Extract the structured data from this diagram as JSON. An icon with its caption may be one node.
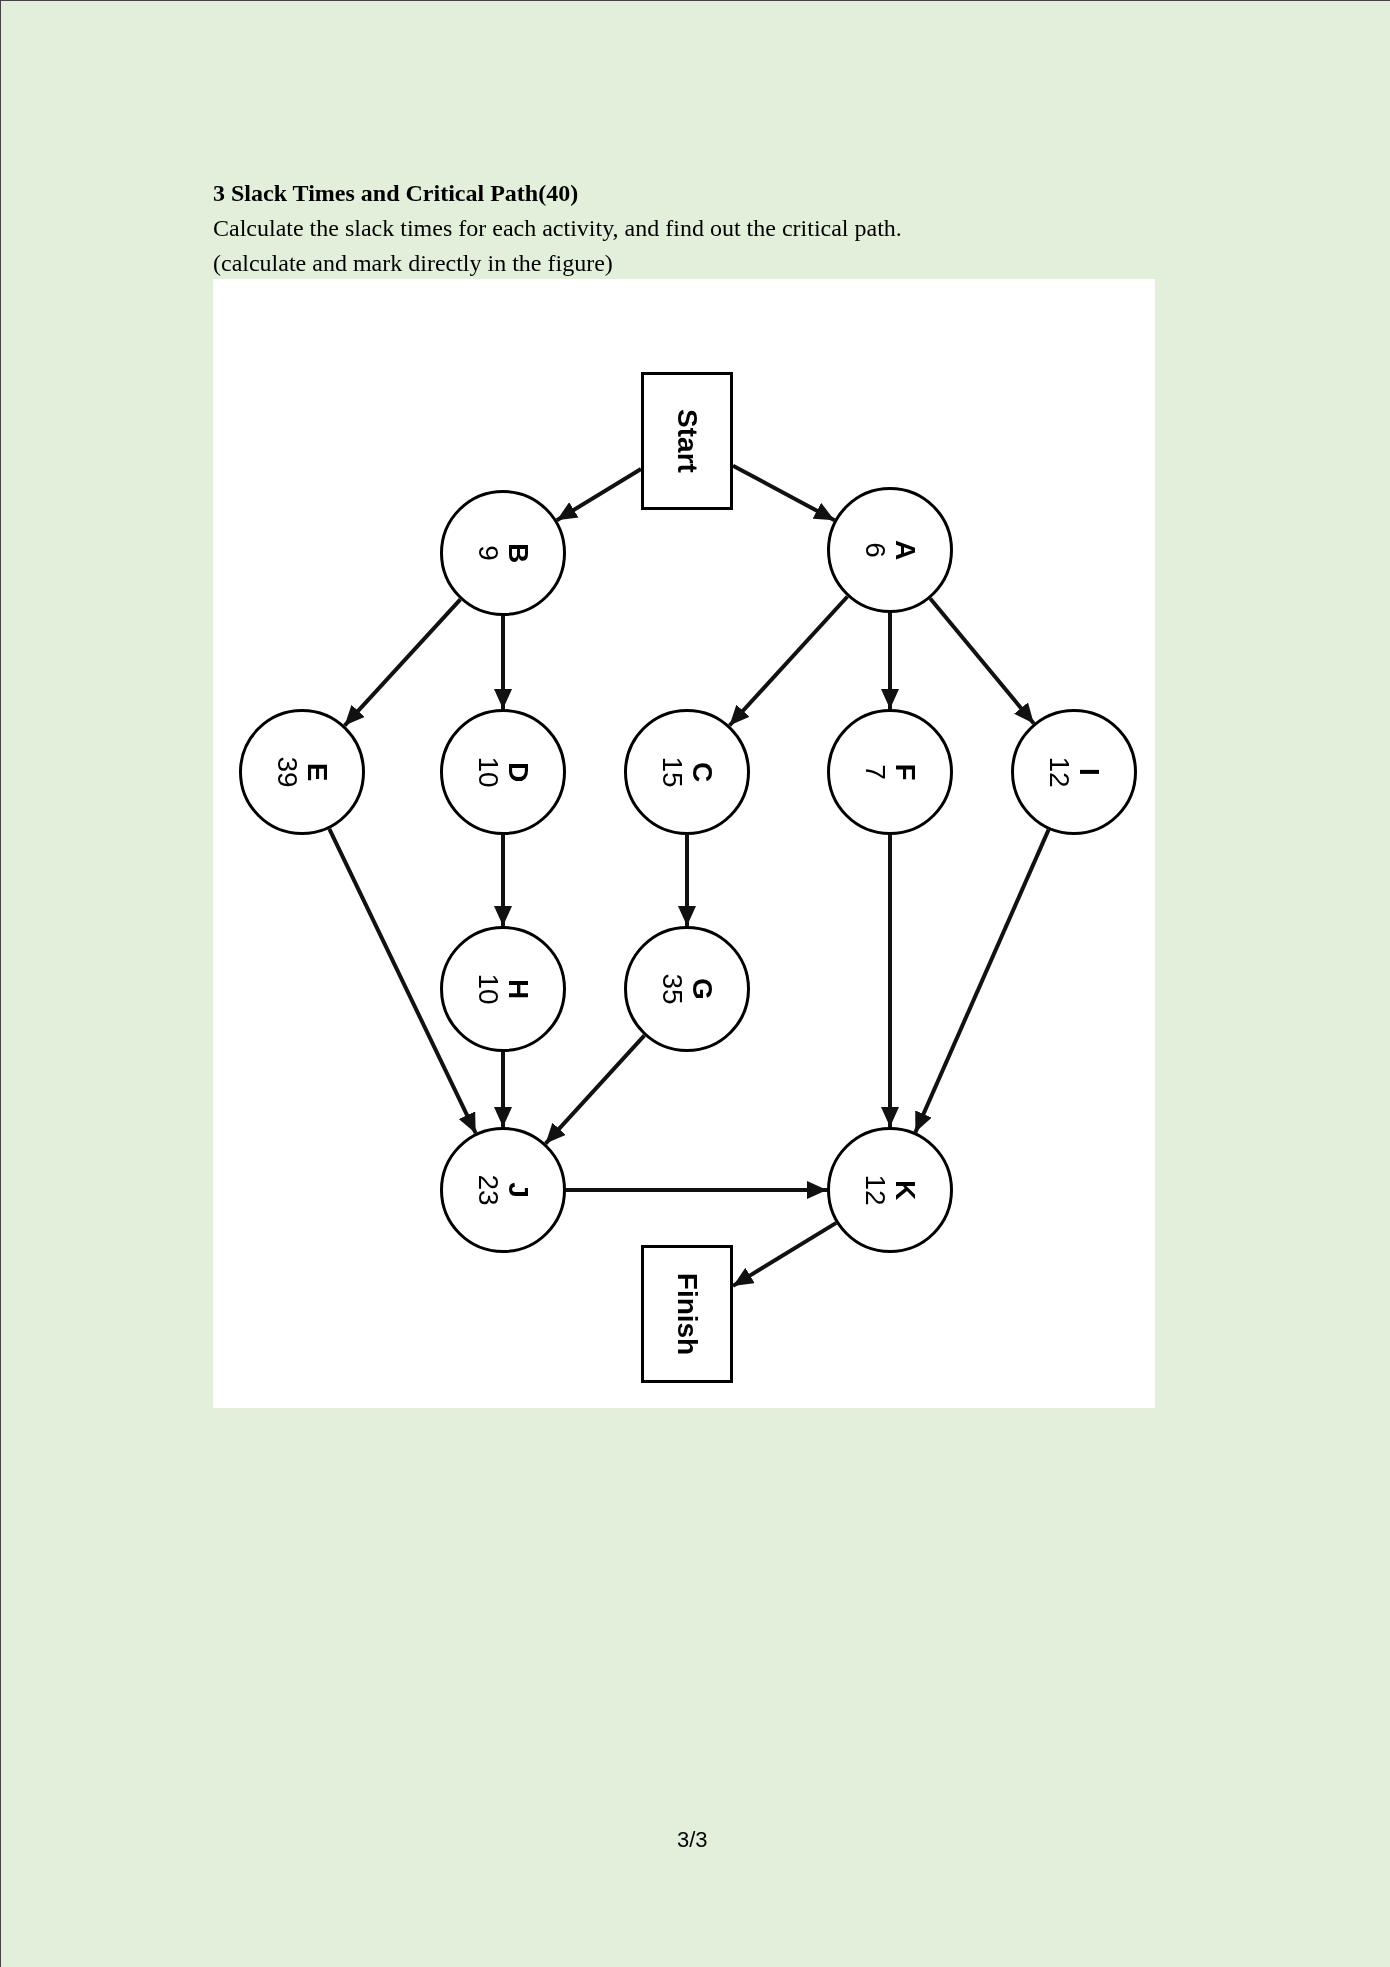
{
  "diagram": {
    "title": "3 Slack Times and Critical Path(40)",
    "nodes": [
      {
        "text": [
          "Start"
        ]
      },
      {
        "text": [
          "B",
          "9"
        ]
      },
      {
        "text": [
          "A",
          "6"
        ]
      },
      {
        "text": [
          "E",
          "39"
        ]
      },
      {
        "text": [
          "D",
          "10"
        ]
      },
      {
        "text": [
          "C",
          "15"
        ]
      },
      {
        "text": [
          "F",
          "7"
        ]
      },
      {
        "text": [
          "I",
          "12"
        ]
      },
      {
        "text": [
          "H",
          "10"
        ]
      },
      {
        "text": [
          "G",
          "35"
        ]
      },
      {
        "text": [
          "J",
          "23"
        ]
      },
      {
        "text": [
          "K",
          "12"
        ]
      },
      {
        "text": [
          "Finish"
        ]
      }
    ],
    "edges": [
      {
        "from": 0,
        "to": 1,
        "arrow": "to"
      },
      {
        "from": 0,
        "to": 2,
        "arrow": "to"
      },
      {
        "from": 1,
        "to": 3,
        "arrow": "to"
      },
      {
        "from": 1,
        "to": 4,
        "arrow": "to"
      },
      {
        "from": 2,
        "to": 5,
        "arrow": "to"
      },
      {
        "from": 2,
        "to": 6,
        "arrow": "to"
      },
      {
        "from": 2,
        "to": 7,
        "arrow": "to"
      },
      {
        "from": 3,
        "to": 10,
        "arrow": "to"
      },
      {
        "from": 4,
        "to": 8,
        "arrow": "to"
      },
      {
        "from": 8,
        "to": 10,
        "arrow": "to"
      },
      {
        "from": 5,
        "to": 9,
        "arrow": "to"
      },
      {
        "from": 9,
        "to": 10,
        "arrow": "to"
      },
      {
        "from": 6,
        "to": 11,
        "arrow": "to"
      },
      {
        "from": 7,
        "to": 11,
        "arrow": "to"
      },
      {
        "from": 10,
        "to": 11,
        "arrow": "to"
      },
      {
        "from": 11,
        "to": 12,
        "arrow": "to"
      }
    ],
    "labels": [
      "Calculate the slack times for each activity, and find out the critical path.",
      "(calculate and mark directly in the figure)",
      "3/3"
    ]
  }
}
